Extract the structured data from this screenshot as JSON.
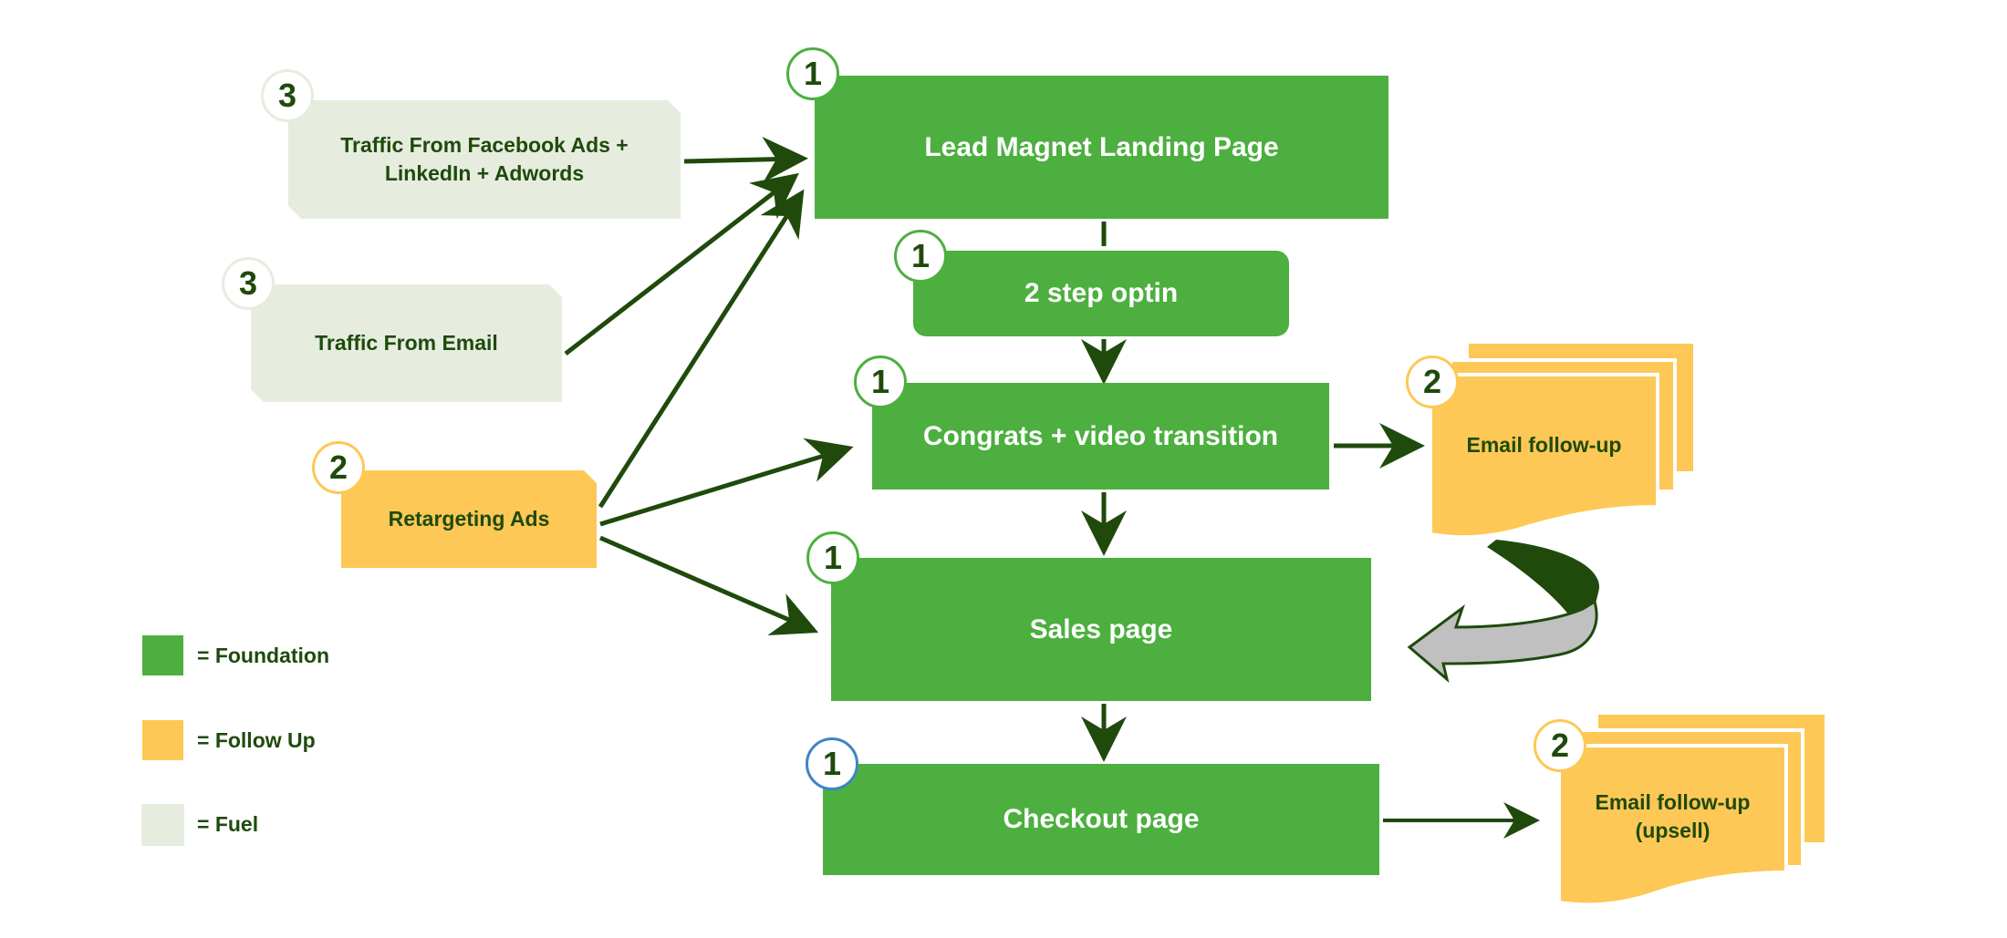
{
  "colors": {
    "foundation": "#4caf3f",
    "follow_up": "#fdc855",
    "fuel": "#e6eddf",
    "text_dark": "#1f4a0c",
    "arrow": "#1f4a0c",
    "badge_blue": "#3d85c6",
    "return_arrow": "#c0c0c0"
  },
  "fuel_sources": [
    {
      "label": "Traffic From Facebook Ads + LinkedIn + Adwords",
      "badge": "3"
    },
    {
      "label": "Traffic From Email",
      "badge": "3"
    }
  ],
  "follow_sources": [
    {
      "label": "Retargeting Ads",
      "badge": "2"
    }
  ],
  "funnel": [
    {
      "label": "Lead Magnet Landing Page",
      "badge": "1"
    },
    {
      "label": "2 step optin",
      "badge": "1"
    },
    {
      "label": "Congrats + video transition",
      "badge": "1"
    },
    {
      "label": "Sales page",
      "badge": "1"
    },
    {
      "label": "Checkout page",
      "badge": "1"
    }
  ],
  "emails": [
    {
      "label": "Email follow-up",
      "badge": "2"
    },
    {
      "label_line1": "Email follow-up",
      "label_line2": "(upsell)",
      "badge": "2"
    }
  ],
  "legend": [
    {
      "label": "= Foundation",
      "category": "foundation"
    },
    {
      "label": "= Follow Up",
      "category": "follow_up"
    },
    {
      "label": "= Fuel",
      "category": "fuel"
    }
  ],
  "edges": [
    {
      "from": "Traffic From Facebook Ads + LinkedIn + Adwords",
      "to": "Lead Magnet Landing Page"
    },
    {
      "from": "Traffic From Email",
      "to": "Lead Magnet Landing Page"
    },
    {
      "from": "Retargeting Ads",
      "to": "Lead Magnet Landing Page"
    },
    {
      "from": "Retargeting Ads",
      "to": "Congrats + video transition"
    },
    {
      "from": "Retargeting Ads",
      "to": "Sales page"
    },
    {
      "from": "Lead Magnet Landing Page",
      "to": "2 step optin"
    },
    {
      "from": "2 step optin",
      "to": "Congrats + video transition"
    },
    {
      "from": "Congrats + video transition",
      "to": "Sales page"
    },
    {
      "from": "Congrats + video transition",
      "to": "Email follow-up"
    },
    {
      "from": "Email follow-up",
      "to": "Sales page"
    },
    {
      "from": "Sales page",
      "to": "Checkout page"
    },
    {
      "from": "Checkout page",
      "to": "Email follow-up (upsell)"
    }
  ]
}
